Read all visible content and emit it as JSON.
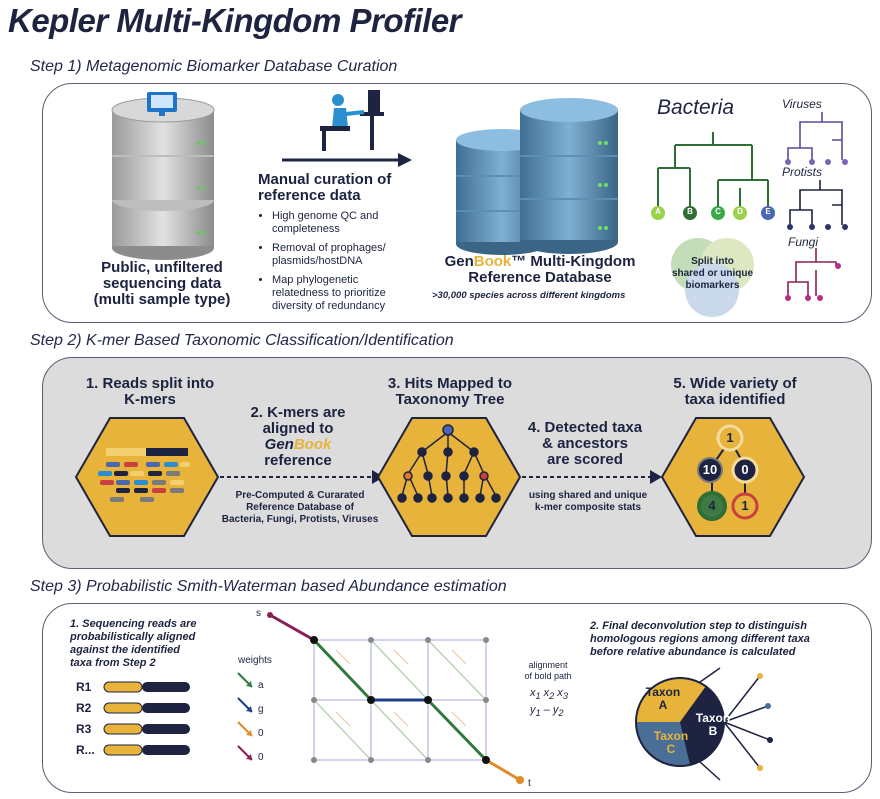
{
  "title": "Kepler Multi-Kingdom Profiler",
  "step1": {
    "heading": "Step 1) Metagenomic Biomarker Database Curation",
    "public_data": [
      "Public, unfiltered",
      "sequencing data",
      "(multi sample type)"
    ],
    "curation_title": [
      "Manual curation of",
      "reference data"
    ],
    "bullets": [
      [
        "High genome QC and",
        "completeness"
      ],
      [
        "Removal of prophages/",
        "plasmids/hostDNA"
      ],
      [
        "Map phylogenetic",
        "relatedness to prioritize",
        "diversity of redundancy"
      ]
    ],
    "db_gen": "Gen",
    "db_book": "Book",
    "db_rest": "™ Multi-Kingdom",
    "db_line2": "Reference Database",
    "db_sub": ">30,000 species across different kingdoms",
    "bacteria": "Bacteria",
    "leaves": [
      "A",
      "B",
      "C",
      "D",
      "E"
    ],
    "viruses": "Viruses",
    "protists": "Protists",
    "fungi": "Fungi",
    "venn": [
      "Split into",
      "shared or unique",
      "biomarkers"
    ]
  },
  "step2": {
    "heading": "Step 2) K-mer Based Taxonomic Classification/Identification",
    "s1": [
      "1. Reads split into",
      "K-mers"
    ],
    "s2_a": [
      "2. K-mers are",
      "aligned to"
    ],
    "s2_gen": "Gen",
    "s2_book": "Book",
    "s2_c": "reference",
    "s3": [
      "3. Hits Mapped to",
      "Taxonomy Tree"
    ],
    "s4": [
      "4. Detected taxa",
      "& ancestors",
      "are scored"
    ],
    "s5": [
      "5. Wide variety of",
      "taxa identified"
    ],
    "note_left": [
      "Pre-Computed & Curarated",
      "Reference Database of",
      "Bacteria, Fungi, Protists, Viruses"
    ],
    "note_right": [
      "using shared and unique",
      "k-mer composite stats"
    ],
    "scores": [
      "1",
      "10",
      "0",
      "4",
      "1"
    ]
  },
  "step3": {
    "heading": "Step 3) Probabilistic Smith-Waterman based Abundance estimation",
    "left_note": [
      "1. Sequencing reads are",
      "probabilistically aligned",
      "against the identified",
      "taxa from Step 2"
    ],
    "reads": [
      "R1",
      "R2",
      "R3",
      "R..."
    ],
    "weights_label": "weights",
    "weights": [
      "a",
      "g",
      "0",
      "0"
    ],
    "start": "s",
    "end": "t",
    "align_title": [
      "alignment",
      "of bold path"
    ],
    "right_note": [
      "2. Final deconvolution step to distinguish",
      "homologous regions among different taxa",
      "before relative abundance is calculated"
    ],
    "taxa": [
      [
        "Taxon",
        "A"
      ],
      [
        "Taxon",
        "B"
      ],
      [
        "Taxon",
        "C"
      ]
    ]
  },
  "colors": {
    "gold": "#e8b33a",
    "navy": "#1d2340",
    "green": "#2f7a3a",
    "panel": "#dcdcdc"
  }
}
